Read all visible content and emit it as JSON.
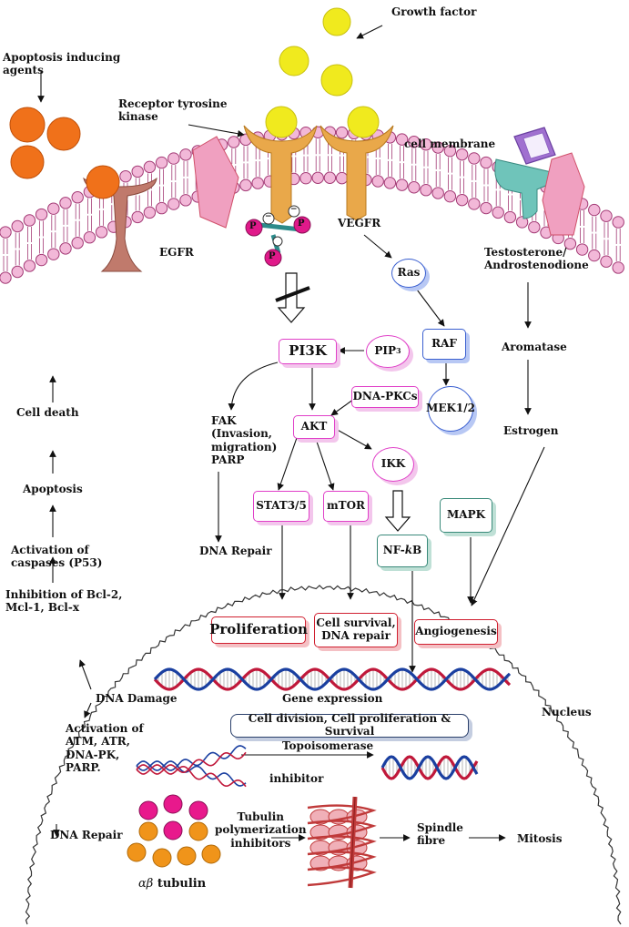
{
  "labels": {
    "growth_factor": "Growth factor",
    "apoptosis_inducing_agents": "Apoptosis inducing\nagents",
    "receptor_tyrosine_kinase": "Receptor tyrosine\nkinase",
    "cell_membrane": "cell membrane",
    "egfr": "EGFR",
    "vegfr": "VEGFR",
    "testosterone": "Testosterone/\nAndrostenodione",
    "aromatase": "Aromatase",
    "estrogen": "Estrogen",
    "fak": "FAK\n(Invasion,\nmigration)\nPARP",
    "dna_repair_1": "DNA Repair",
    "cell_death": "Cell death",
    "apoptosis": "Apoptosis",
    "activation_caspases": "Activation of\ncaspases (P53)",
    "inhibition_bcl2": "Inhibition of Bcl-2,\nMcl-1, Bcl-x",
    "dna_damage": "DNA Damage",
    "activation_atm": "Activation of\nATM, ATR,\nDNA-PK,\nPARP.",
    "dna_repair_2": "DNA Repair",
    "gene_expression": "Gene expression",
    "nucleus": "Nucleus",
    "topoisomerase": "Topoisomerase",
    "inhibitor": "inhibitor",
    "tubulin_inhibitors": "Tubulin\npolymerization\ninhibitors",
    "spindle_fibre": "Spindle\nfibre",
    "mitosis": "Mitosis",
    "tubulin_prefix": "αβ",
    "tubulin_suffix": " tubulin",
    "phospho": "P",
    "minus": "−"
  },
  "boxes": {
    "pi3k": "PI3K",
    "pip3_main": "PIP",
    "pip3_sub": "3",
    "dna_pkcs": "DNA-PKCs",
    "akt": "AKT",
    "ikk": "IKK",
    "stat35": "STAT3/5",
    "mtor": "mTOR",
    "nfkb_prefix": "NF-",
    "nfkb_italic": "k",
    "nfkb_suffix": "B",
    "mapk": "MAPK",
    "ras": "Ras",
    "raf": "RAF",
    "mek12": "MEK1/2",
    "proliferation": "Proliferation",
    "cell_survival": "Cell survival,\nDNA repair",
    "angiogenesis": "Angiogenesis",
    "cell_division": "Cell division, Cell proliferation & Survival"
  },
  "colors": {
    "lipid_head": "#f2b8d8",
    "lipid_outline": "#a33a75",
    "agent_orange": "#f0711a",
    "growth_factor_yellow": "#f0ea1e",
    "receptor_orange": "#e9a84a",
    "egfr_brown": "#c07a6c",
    "channel_pink": "#f0a0c0",
    "aromatase_teal": "#6fc4ba",
    "phospho_magenta": "#e0198a",
    "dna_red": "#c0183a",
    "dna_blue": "#1a3fa0",
    "tubulin_pink": "#e8198c",
    "tubulin_orange": "#f0941a",
    "spindle_red": "#c03a3a"
  }
}
